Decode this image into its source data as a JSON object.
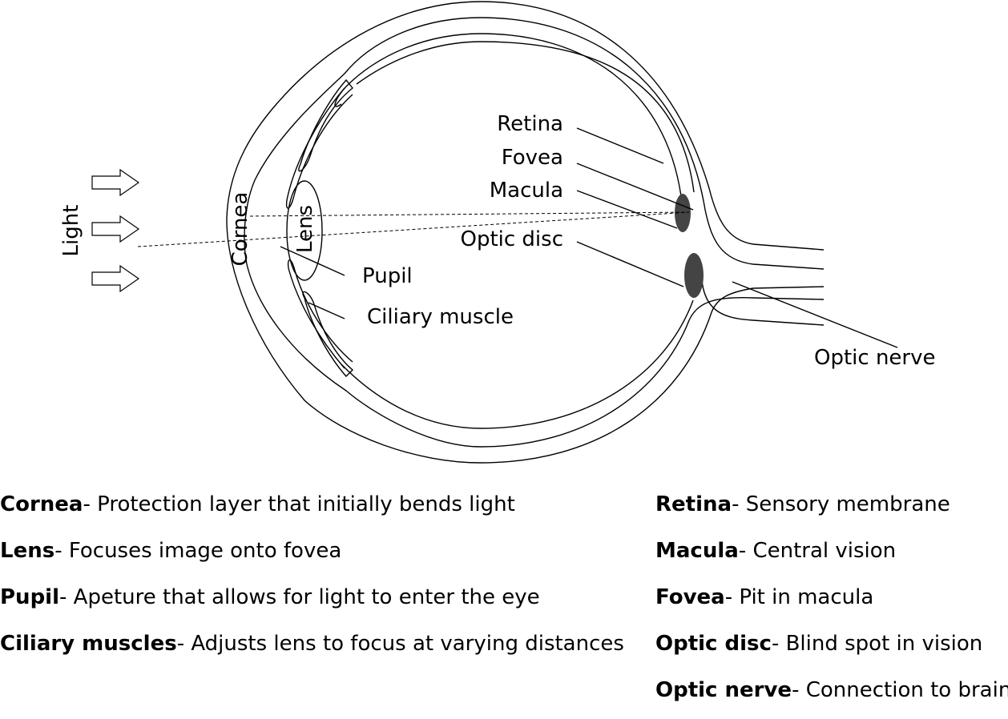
{
  "labels": {
    "light": "Light",
    "cornea": "Cornea",
    "lens": "Lens",
    "pupil": "Pupil",
    "ciliary_muscle": "Ciliary muscle",
    "retina": "Retina",
    "fovea": "Fovea",
    "macula": "Macula",
    "optic_disc": "Optic disc",
    "optic_nerve": "Optic nerve"
  },
  "legend_left": [
    {
      "term": "Cornea",
      "desc": "- Protection layer that initially bends light"
    },
    {
      "term": "Lens",
      "desc": "- Focuses image onto fovea"
    },
    {
      "term": "Pupil",
      "desc": "- Apeture that allows for light to enter the eye"
    },
    {
      "term": "Ciliary muscles",
      "desc": "- Adjusts lens to focus at varying distances"
    }
  ],
  "legend_right": [
    {
      "term": "Retina",
      "desc": "- Sensory membrane"
    },
    {
      "term": "Macula",
      "desc": "- Central vision"
    },
    {
      "term": "Fovea",
      "desc": "- Pit in macula"
    },
    {
      "term": "Optic disc",
      "desc": "- Blind spot in vision"
    },
    {
      "term": "Optic nerve",
      "desc": "- Connection to brain"
    }
  ]
}
